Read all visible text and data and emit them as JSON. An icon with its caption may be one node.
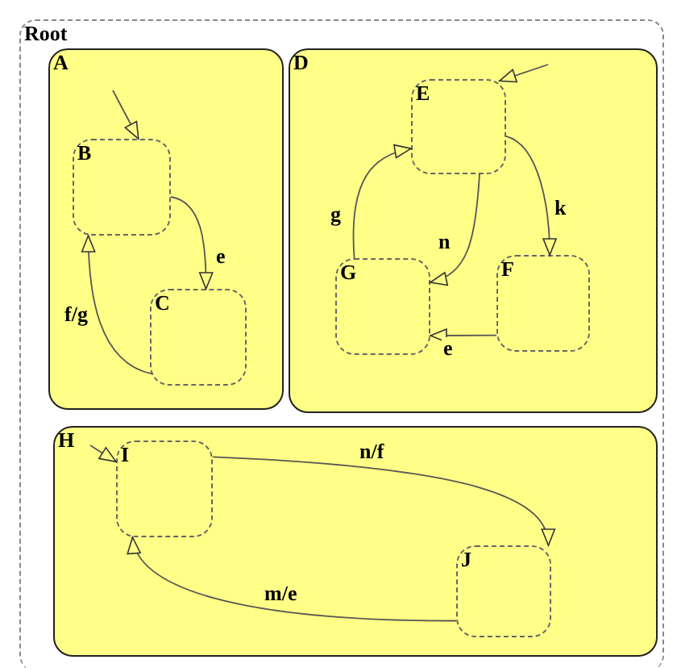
{
  "diagram": {
    "nodes": [
      {
        "text": [
          "Root"
        ]
      },
      {
        "text": [
          "A"
        ],
        "in": 0
      },
      {
        "text": [
          "B"
        ],
        "in": 1
      },
      {
        "text": [
          "C"
        ],
        "in": 1
      },
      {
        "text": [
          "D"
        ],
        "in": 0
      },
      {
        "text": [
          "E"
        ],
        "in": 4
      },
      {
        "text": [
          "F"
        ],
        "in": 4
      },
      {
        "text": [
          "G"
        ],
        "in": 4
      },
      {
        "text": [
          "H"
        ],
        "in": 0
      },
      {
        "text": [
          "I"
        ],
        "in": 8
      },
      {
        "text": [
          "J"
        ],
        "in": 8
      }
    ],
    "edges": [
      {
        "from": null,
        "to": 2,
        "arrow": "to"
      },
      {
        "from": 2,
        "to": 3,
        "arrow": "to",
        "label": "e"
      },
      {
        "from": 3,
        "to": 2,
        "arrow": "to",
        "label": "f/g"
      },
      {
        "from": null,
        "to": 5,
        "arrow": "to"
      },
      {
        "from": 5,
        "to": 6,
        "arrow": "to",
        "label": "k"
      },
      {
        "from": 5,
        "to": 7,
        "arrow": "to",
        "label": "n"
      },
      {
        "from": 6,
        "to": 7,
        "arrow": "to",
        "label": "e"
      },
      {
        "from": 7,
        "to": 5,
        "arrow": "to",
        "label": "g"
      },
      {
        "from": null,
        "to": 9,
        "arrow": "to"
      },
      {
        "from": 9,
        "to": 10,
        "arrow": "to",
        "label": "n/f"
      },
      {
        "from": 10,
        "to": 9,
        "arrow": "to",
        "label": "m/e"
      }
    ]
  }
}
